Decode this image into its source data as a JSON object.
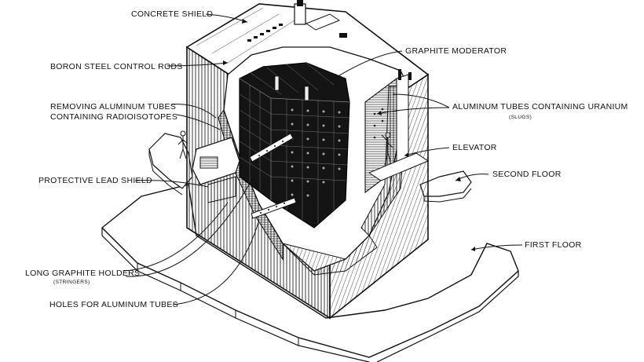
{
  "labels": {
    "concrete_shield": "CONCRETE SHIELD",
    "boron_rods": "BORON STEEL CONTROL RODS",
    "removing_tubes_line1": "REMOVING ALUMINUM TUBES",
    "removing_tubes_line2": "CONTAINING RADIOISOTOPES",
    "protective_shield": "PROTECTIVE LEAD SHIELD",
    "long_holders": "LONG GRAPHITE HOLDERS",
    "stringers": "(STRINGERS)",
    "holes": "HOLES FOR ALUMINUM TUBES",
    "graphite_moderator": "GRAPHITE MODERATOR",
    "aluminum_tubes": "ALUMINUM TUBES CONTAINING URANIUM",
    "slugs": "(SLUGS)",
    "elevator": "ELEVATOR",
    "second_floor": "SECOND FLOOR",
    "first_floor": "FIRST FLOOR"
  },
  "colors": {
    "background": "#ffffff",
    "ink": "#111111",
    "core": "#141414"
  },
  "icons": [
    "reactor-block-illustration",
    "worker-figure-icon"
  ]
}
